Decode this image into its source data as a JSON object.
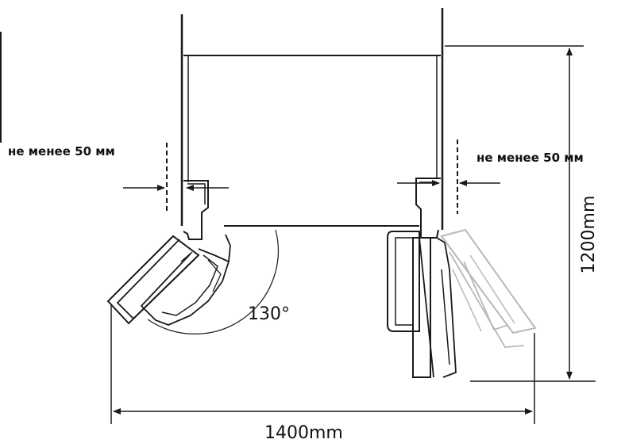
{
  "labels": {
    "clearance_left": "не менее 50 мм",
    "clearance_right": "не менее 50 мм",
    "angle": "130°",
    "width": "1400mm",
    "depth": "1200mm"
  },
  "colors": {
    "line": "#1a1a1a",
    "ghost": "#b8b8b8",
    "background": "#ffffff"
  }
}
